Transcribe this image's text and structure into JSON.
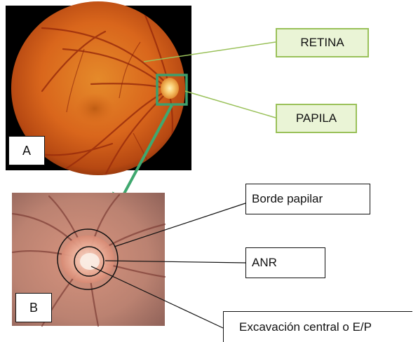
{
  "labels": {
    "retina": "RETINA",
    "papila": "PAPILA",
    "panel_a": "A",
    "panel_b": "B",
    "borde_papilar": "Borde papilar",
    "anr": "ANR",
    "excavacion": "Excavación central o E/P"
  },
  "colors": {
    "green_label_fill": "#eaf4d6",
    "green_label_border": "#9ac15a",
    "roi_box": "#3f9e6c",
    "arrow": "#3fa86f",
    "leader_green": "#9ac15a"
  }
}
